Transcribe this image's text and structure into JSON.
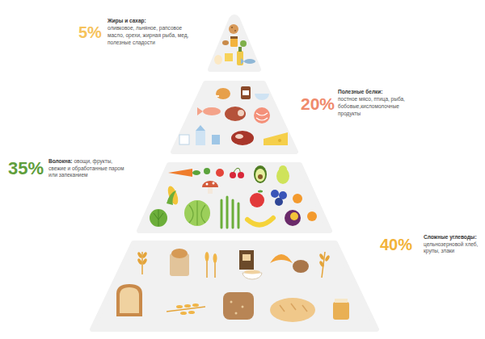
{
  "diagram": {
    "labels": [
      "5%",
      "Жиры и сахар:",
      "оливковое, льняное, рапсовое масло, орехи, жирная рыба, мед, полезные сладости",
      "20%",
      "Полезные белки:",
      "постное мясо, птица, рыба, бобовые,кисломолочные продукты",
      "35%",
      "Волокна:",
      "овощи, фрукты, свежие и обработанные паром или запеканием",
      "40%",
      "Сложные углеводы:",
      "цельнозерновой хлеб, крупы, злаки"
    ]
  }
}
